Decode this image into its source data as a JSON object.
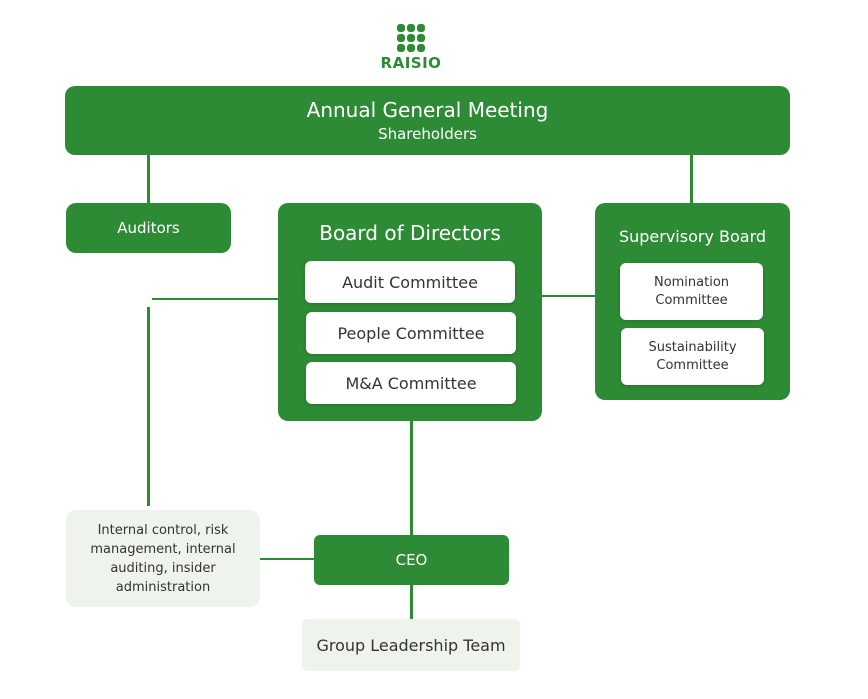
{
  "logo": {
    "text": "RAISIO",
    "icon": "raisio-grain-logo"
  },
  "colors": {
    "primary_green": "#2e8b35",
    "pale_green": "#eef4ec",
    "white": "#ffffff"
  },
  "agm": {
    "title": "Annual General Meeting",
    "subtitle": "Shareholders"
  },
  "auditors": {
    "label": "Auditors"
  },
  "board_of_directors": {
    "title": "Board of Directors",
    "committees": [
      "Audit Committee",
      "People Committee",
      "M&A Committee"
    ]
  },
  "supervisory_board": {
    "title": "Supervisory Board",
    "committees": [
      "Nomination Committee",
      "Sustainability Committee"
    ]
  },
  "internal_control": {
    "label": "Internal control, risk management, internal auditing, insider administration"
  },
  "ceo": {
    "label": "CEO"
  },
  "group_leadership": {
    "label": "Group Leadership Team"
  }
}
